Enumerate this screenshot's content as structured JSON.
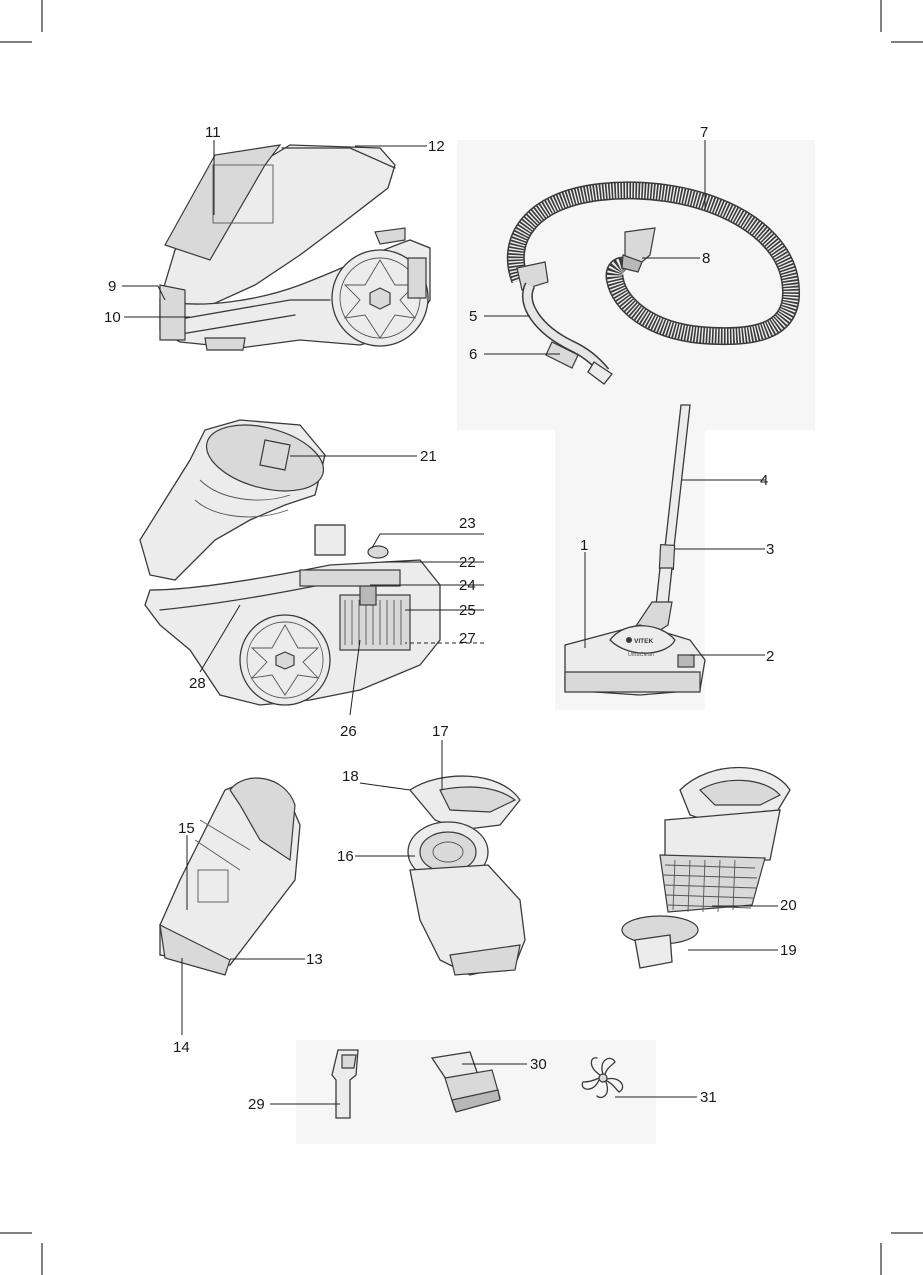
{
  "labels": {
    "n1": "1",
    "n2": "2",
    "n3": "3",
    "n4": "4",
    "n5": "5",
    "n6": "6",
    "n7": "7",
    "n8": "8",
    "n9": "9",
    "n10": "10",
    "n11": "11",
    "n12": "12",
    "n13": "13",
    "n14": "14",
    "n15": "15",
    "n16": "16",
    "n17": "17",
    "n18": "18",
    "n19": "19",
    "n20": "20",
    "n21": "21",
    "n22": "22",
    "n23": "23",
    "n24": "24",
    "n25": "25",
    "n26": "26",
    "n27": "27",
    "n28": "28",
    "n29": "29",
    "n30": "30",
    "n31": "31"
  },
  "brush": {
    "brand": "VITEK",
    "model": "UltraClean"
  },
  "colors": {
    "ink": "#3a3a3a",
    "paper": "#ffffff"
  }
}
